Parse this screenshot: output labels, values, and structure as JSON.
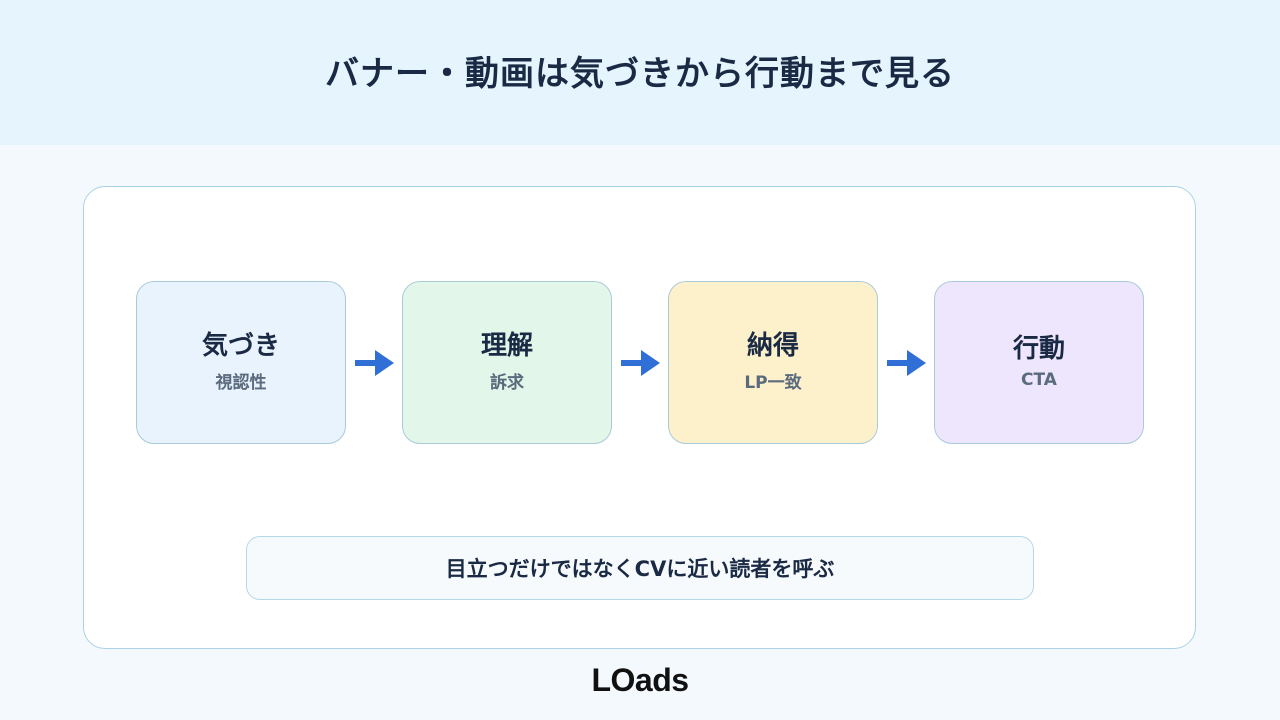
{
  "title": "バナー・動画は気づきから行動まで見る",
  "steps": [
    {
      "title": "気づき",
      "sub": "視認性",
      "bg": "#e9f3fd"
    },
    {
      "title": "理解",
      "sub": "訴求",
      "bg": "#e3f6ea"
    },
    {
      "title": "納得",
      "sub": "LP一致",
      "bg": "#fdf1cc"
    },
    {
      "title": "行動",
      "sub": "CTA",
      "bg": "#eee6fd"
    }
  ],
  "arrow_color": "#2f6fd6",
  "note": "目立つだけではなくCVに近い読者を呼ぶ",
  "logo": "LOads"
}
